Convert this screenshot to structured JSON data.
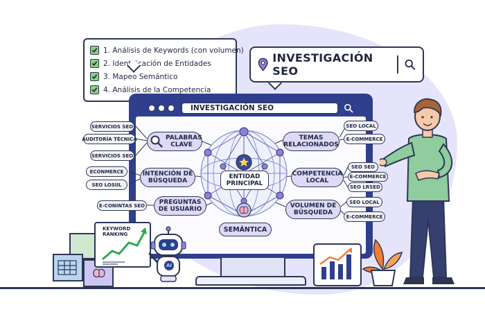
{
  "checklist": {
    "items": [
      "1. Análisis de Keywords (con volumen)",
      "2. Identificación de Entidades",
      "3. Mapeo Semántico",
      "4. Análisis de la Competencia"
    ]
  },
  "callout": {
    "title": "INVESTIGACIÓN SEO"
  },
  "browser": {
    "title": "INVESTIGACIÓN SEO"
  },
  "diagram": {
    "center": "ENTIDAD PRINCIPAL",
    "bottom": "SEMÁNTICA",
    "left_nodes": [
      "PALABRAS CLAVE",
      "INTENCIÓN DE BÚSQUEDA",
      "PREGUNTAS DE USUARIO"
    ],
    "right_nodes": [
      "TEMAS RELACIONADOS",
      "COMPETENCIA LOCAL",
      "VOLUMEN DE BÚSQUEDA"
    ],
    "left_tags": [
      "SERVICIOS SEO",
      "AUDITORÍA TÉCNICA",
      "SERVICIOS SEO",
      "ECONMERCE",
      "SEO LOSIIL",
      "E-CONINTAS SEO"
    ],
    "right_tags": [
      "SEO LOCAL",
      "E-COMMERCE",
      "SEO SEO",
      "E-COMMERCE",
      "SEO LRSED",
      "SEO LOCAL",
      "E-COMMERCE"
    ]
  },
  "keyword_card": {
    "title": "KEYWORD RANKING"
  },
  "robot": {
    "badge": "AI"
  },
  "colors": {
    "navy": "#2f3e8d",
    "outline": "#2d3654",
    "lavender": "#ddd9f6",
    "check_green": "#8bd07a",
    "shirt_green": "#8fcc9e",
    "pants_navy": "#35406f",
    "plant_orange": "#f07d33",
    "chart_blue": "#2f3e8d",
    "chart_orange": "#f07d33"
  },
  "icons": [
    "check-icon",
    "location-pin-icon",
    "search-icon",
    "star-icon",
    "brain-icon",
    "trend-arrow-icon",
    "ai-robot-icon",
    "person-icon",
    "plant-icon",
    "bar-chart-icon"
  ]
}
